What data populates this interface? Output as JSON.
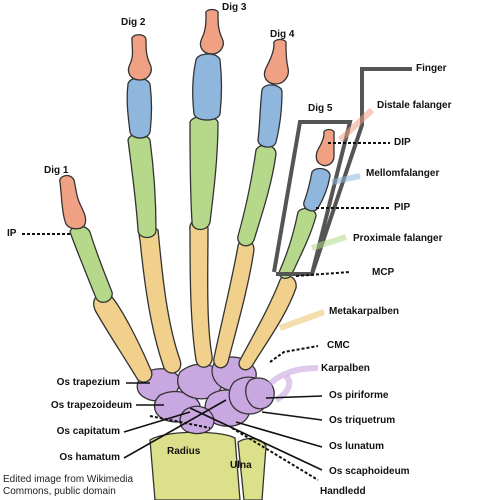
{
  "digits": {
    "dig1": "Dig 1",
    "dig2": "Dig 2",
    "dig3": "Dig 3",
    "dig4": "Dig 4",
    "dig5": "Dig 5"
  },
  "right_labels": {
    "finger": "Finger",
    "distale_falanger": "Distale falanger",
    "dip": "DIP",
    "mellomfalanger": "Mellomfalanger",
    "pip": "PIP",
    "proximale_falanger": "Proximale falanger",
    "mcp": "MCP",
    "metakarpalben": "Metakarpalben",
    "cmc": "CMC",
    "karpalben": "Karpalben",
    "os_piriforme": "Os piriforme",
    "os_triquetrum": "Os triquetrum",
    "os_lunatum": "Os lunatum",
    "os_scaphoideum": "Os scaphoideum",
    "handledd": "Handledd"
  },
  "left_labels": {
    "ip": "IP",
    "os_trapezium": "Os trapezium",
    "os_trapezoideum": "Os trapezoideum",
    "os_capitatum": "Os capitatum",
    "os_hamatum": "Os hamatum"
  },
  "bones": {
    "radius": "Radius",
    "ulna": "Ulna"
  },
  "credit": {
    "line1": "Edited image from Wikimedia",
    "line2": "Commons, public domain"
  },
  "colors": {
    "distal": "#f0a083",
    "middle": "#8fb7dd",
    "proximal": "#b5d88a",
    "metacarpal": "#f0d08a",
    "carpal": "#c9a7e0",
    "forearm": "#dde08a",
    "outline": "#333333",
    "bracket": "#555555"
  }
}
